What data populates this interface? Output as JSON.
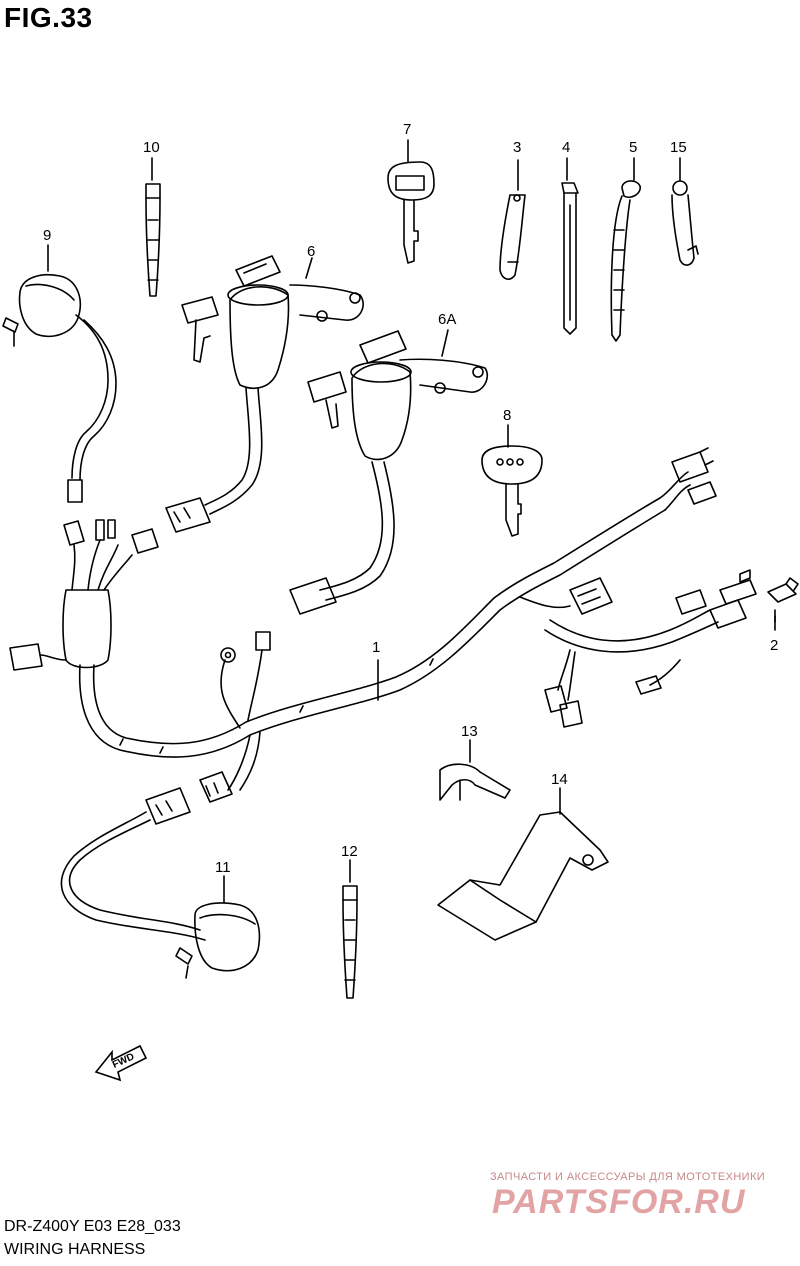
{
  "figure": {
    "title": "FIG.33"
  },
  "callouts": {
    "p1": "1",
    "p2": "2",
    "p3": "3",
    "p4": "4",
    "p5": "5",
    "p6": "6",
    "p6a": "6A",
    "p7": "7",
    "p8": "8",
    "p9": "9",
    "p10": "10",
    "p11": "11",
    "p12": "12",
    "p13": "13",
    "p14": "14",
    "p15": "15"
  },
  "direction_arrow": {
    "label": "FWD"
  },
  "footer": {
    "model_code": "DR-Z400Y E03 E28_033",
    "caption": "WIRING HARNESS"
  },
  "watermark": {
    "tagline": "ЗАПЧАСТИ И АКСЕССУАРЫ ДЛЯ МОТОТЕХНИКИ",
    "brand": "PARTSFOR.RU"
  },
  "colors": {
    "line": "#000000",
    "background": "#ffffff",
    "watermark": "#e2a3a5"
  }
}
